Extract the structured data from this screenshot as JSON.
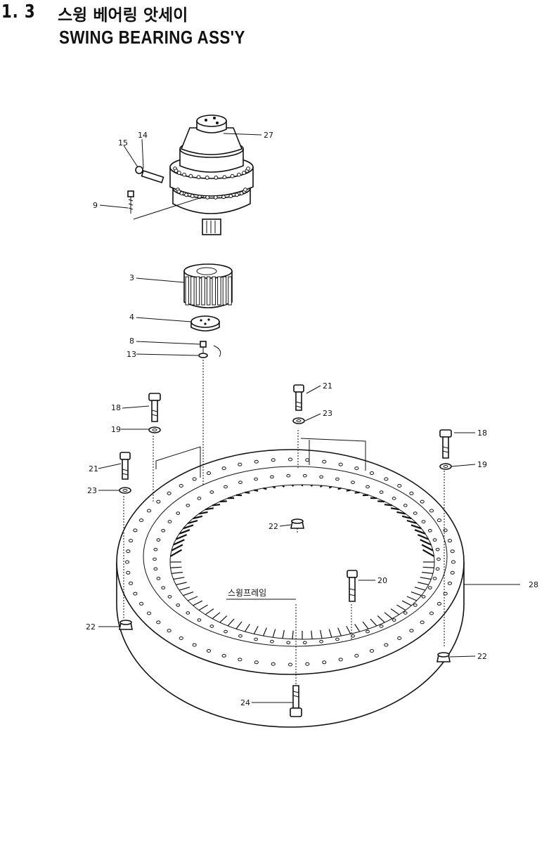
{
  "header": {
    "section_number": "1. 3",
    "title_korean": "스윙 베어링 앗세이",
    "title_english": "SWING BEARING ASS'Y"
  },
  "diagram": {
    "frame_label": "스윙프레임",
    "callouts": {
      "c27": "27",
      "c14": "14",
      "c15": "15",
      "c9": "9",
      "c3": "3",
      "c4": "4",
      "c8": "8",
      "c13": "13",
      "c21a": "21",
      "c23a": "23",
      "c18a": "18",
      "c19a": "19",
      "c21b": "21",
      "c23b": "23",
      "c18b": "18",
      "c19b": "19",
      "c22a": "22",
      "c20": "20",
      "c28": "28",
      "c22b": "22",
      "c22c": "22",
      "c24": "24"
    }
  }
}
